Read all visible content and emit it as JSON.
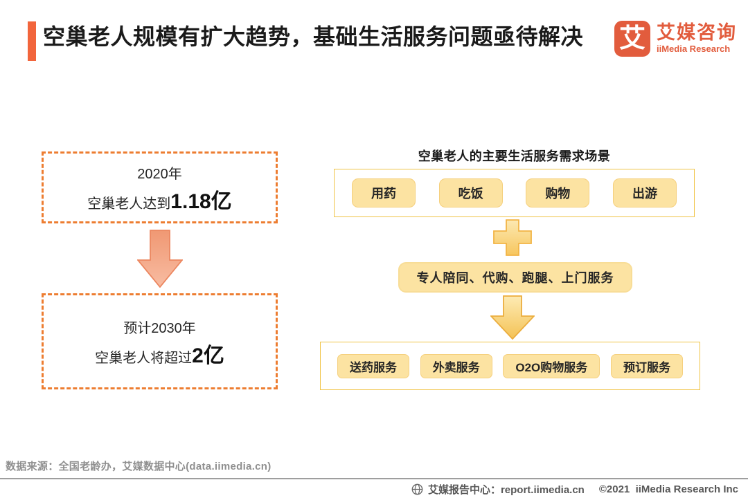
{
  "colors": {
    "accent_orange": "#F2653C",
    "dashed_border_orange": "#ED7D31",
    "salmon_arrow": "#F4A286",
    "yellow_pill_fill": "#FCE3A2",
    "yellow_container_border": "#F0C344",
    "gold_arrow": "#F5C45C",
    "logo_orange": "#E25C3D",
    "source_text_gray": "#8F8F8F",
    "footer_text_gray": "#575757"
  },
  "header": {
    "title": "空巢老人规模有扩大趋势，基础生活服务问题亟待解决",
    "logo": {
      "mark": "艾",
      "brand_cn": "艾媒咨询",
      "brand_en": "iiMedia Research"
    }
  },
  "left_flow": {
    "box_2020": {
      "year_line": "2020年",
      "stat_prefix": "空巢老人达到",
      "stat_value": "1.18亿"
    },
    "box_2030": {
      "year_line": "预计2030年",
      "stat_prefix": "空巢老人将超过",
      "stat_value": "2亿"
    }
  },
  "right_flow": {
    "title": "空巢老人的主要生活服务需求场景",
    "need_scenes": [
      "用药",
      "吃饭",
      "购物",
      "出游"
    ],
    "middle_service": "专人陪同、代购、跑腿、上门服务",
    "service_types": [
      "送药服务",
      "外卖服务",
      "O2O购物服务",
      "预订服务"
    ]
  },
  "footer": {
    "data_source": "数据来源：全国老龄办，艾媒数据中心(data.iimedia.cn)",
    "report_center": "艾媒报告中心：report.iimedia.cn",
    "copyright": "©2021  iiMedia Research Inc"
  }
}
